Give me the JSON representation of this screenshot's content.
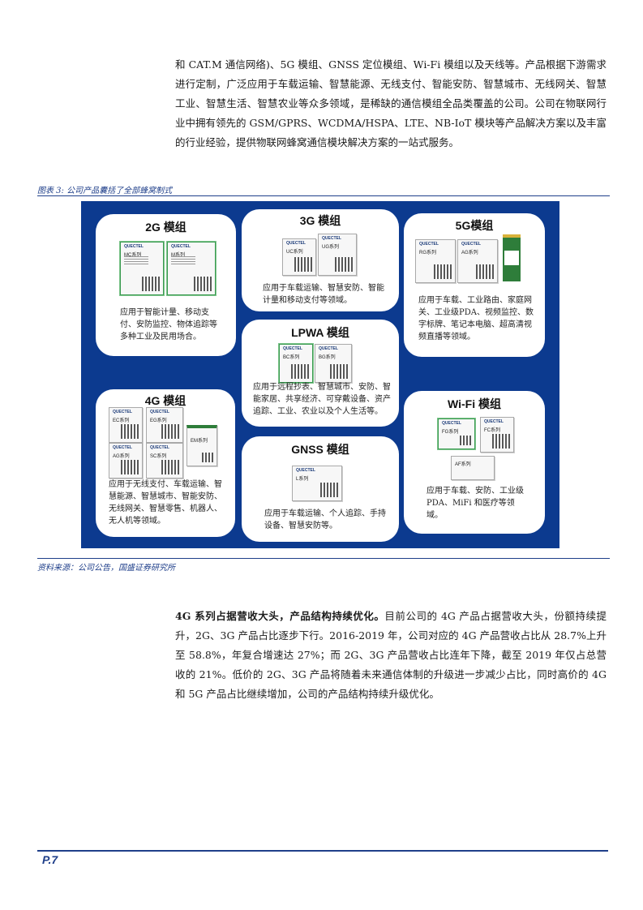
{
  "intro_paragraph": "和 CAT.M 通信网络)、5G 模组、GNSS 定位模组、Wi-Fi 模组以及天线等。产品根据下游需求进行定制，广泛应用于车载运输、智慧能源、无线支付、智能安防、智慧城市、无线网关、智慧工业、智慧生活、智慧农业等众多领域，是稀缺的通信模组全品类覆盖的公司。公司在物联网行业中拥有领先的 GSM/GPRS、WCDMA/HSPA、LTE、NB-IoT 模块等产品解决方案以及丰富的行业经验，提供物联网蜂窝通信模块解决方案的一站式服务。",
  "figure_caption": "图表 3: 公司产品囊括了全部蜂窝制式",
  "source_note": "资料来源：公司公告，国盛证券研究所",
  "brand": "QUECTEL",
  "cards": {
    "g2": {
      "title": "2G 模组",
      "desc": "应用于智能计量、移动支付、安防监控、物体追踪等多种工业及民用场合。",
      "chips": [
        "MC系列",
        "M系列"
      ]
    },
    "g3": {
      "title": "3G 模组",
      "desc": "应用于车载运输、智慧安防、智能计量和移动支付等领域。",
      "chips": [
        "UC系列",
        "UG系列"
      ]
    },
    "g5": {
      "title": "5G模组",
      "desc": "应用于车载、工业路由、家庭网关、工业级PDA、视频监控、数字标牌、笔记本电脑、超高清视频直播等领域。",
      "chips": [
        "RG系列",
        "AG系列"
      ]
    },
    "lpwa": {
      "title": "LPWA 模组",
      "desc": "应用于远程抄表、智慧城市、安防、智能家居、共享经济、可穿戴设备、资产追踪、工业、农业以及个人生活等。",
      "chips": [
        "BC系列",
        "BG系列"
      ]
    },
    "g4": {
      "title": "4G 模组",
      "desc": "应用于无线支付、车载运输、智慧能源、智慧城市、智能安防、无线网关、智慧零售、机器人、无人机等领域。",
      "chips": [
        "EC系列",
        "EG系列",
        "AG系列",
        "SC系列",
        "EM系列"
      ]
    },
    "gnss": {
      "title": "GNSS 模组",
      "desc": "应用于车载运输、个人追踪、手持设备、智慧安防等。",
      "chips": [
        "L系列"
      ]
    },
    "wifi": {
      "title": "Wi-Fi 模组",
      "desc": "应用于车载、安防、工业级 PDA、MiFi 和医疗等领域。",
      "chips": [
        "FG系列",
        "FC系列",
        "AF系列"
      ]
    }
  },
  "analysis_lead": "4G 系列占据营收大头，产品结构持续优化。",
  "analysis_body": "目前公司的 4G 产品占据营收大头，份额持续提升，2G、3G 产品占比逐步下行。2016-2019 年，公司对应的 4G 产品营收占比从 28.7%上升至 58.8%，年复合增速达 27%；而 2G、3G 产品营收占比连年下降，截至 2019 年仅占总营收的 21%。低价的 2G、3G 产品将随着未来通信体制的升级进一步减少占比，同时高价的 4G 和 5G 产品占比继续增加，公司的产品结构持续升级优化。",
  "page_number": "P.7",
  "colors": {
    "brand_blue": "#1f3f8a",
    "panel_blue": "#0c3a8f",
    "chip_green": "#2e7d3a"
  }
}
